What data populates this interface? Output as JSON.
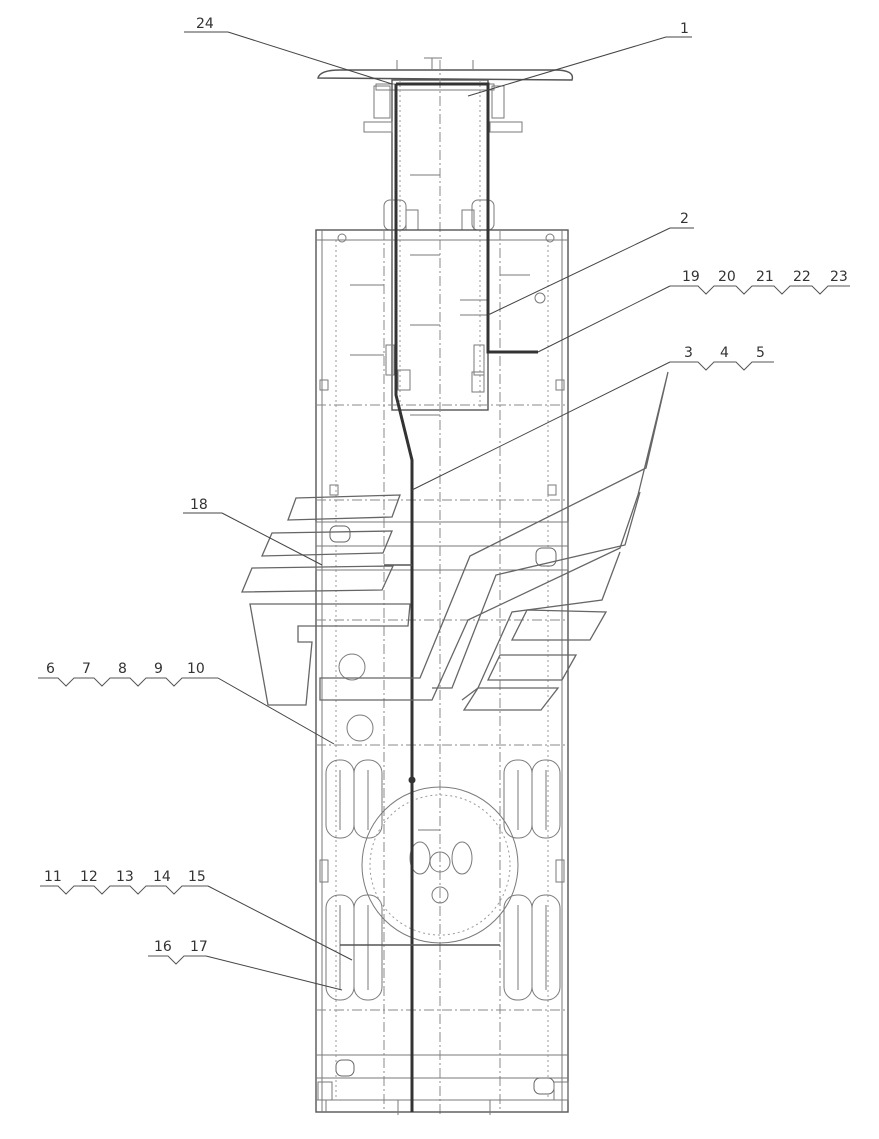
{
  "callouts": {
    "label_24": "24",
    "label_1": "1",
    "label_2": "2",
    "label_19": "19",
    "label_20": "20",
    "label_21": "21",
    "label_22": "22",
    "label_23": "23",
    "label_3": "3",
    "label_4": "4",
    "label_5": "5",
    "label_18": "18",
    "label_6": "6",
    "label_7": "7",
    "label_8": "8",
    "label_9": "9",
    "label_10": "10",
    "label_11": "11",
    "label_12": "12",
    "label_13": "13",
    "label_14": "14",
    "label_15": "15",
    "label_16": "16",
    "label_17": "17"
  }
}
